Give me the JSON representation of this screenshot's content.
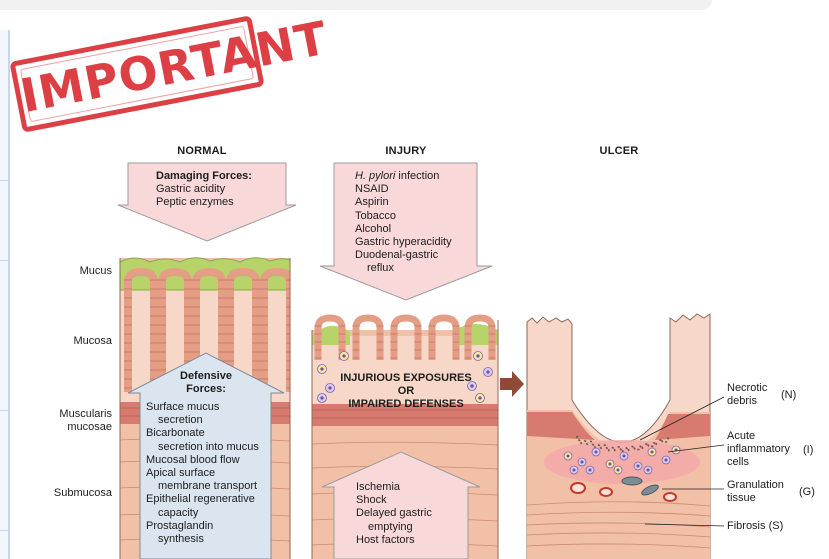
{
  "stamp": {
    "text": "IMPORTANT"
  },
  "columns": {
    "normal": "NORMAL",
    "injury": "INJURY",
    "ulcer": "ULCER"
  },
  "layers": {
    "mucus": "Mucus",
    "mucosa": "Mucosa",
    "muscularis_1": "Muscularis",
    "muscularis_2": "mucosae",
    "submucosa": "Submucosa"
  },
  "damaging": {
    "heading": "Damaging Forces:",
    "items": [
      "Gastric acidity",
      "Peptic enzymes"
    ]
  },
  "defensive": {
    "heading_1": "Defensive",
    "heading_2": "Forces:",
    "lines": [
      "Surface mucus",
      "secretion",
      "Bicarbonate",
      "secretion into mucus",
      "Mucosal blood flow",
      "Apical surface",
      "membrane transport",
      "Epithelial regenerative",
      "capacity",
      "Prostaglandin",
      "synthesis"
    ]
  },
  "injury_causes": {
    "hpylori_italic": "H. pylori",
    "hpylori_rest": " infection",
    "items": [
      "NSAID",
      "Aspirin",
      "Tobacco",
      "Alcohol",
      "Gastric hyperacidity",
      "Duodenal-gastric",
      "reflux"
    ]
  },
  "injurious": {
    "line1": "INJURIOUS EXPOSURES",
    "line2": "OR",
    "line3": "IMPAIRED DEFENSES"
  },
  "impaired_defenses": {
    "lines": [
      "Ischemia",
      "Shock",
      "Delayed gastric",
      "emptying",
      "Host factors"
    ]
  },
  "ulcer_labels": {
    "necrotic_1": "Necrotic",
    "necrotic_2": "debris",
    "necrotic_tag": "(N)",
    "acute_1": "Acute",
    "acute_2": "inflammatory",
    "acute_3": "cells",
    "acute_tag": "(I)",
    "gran_1": "Granulation",
    "gran_2": "tissue",
    "gran_tag": "(G)",
    "fibrosis": "Fibrosis",
    "fibrosis_tag": "(S)"
  },
  "colors": {
    "stamp_red": "#d8262c",
    "mucus_green": "#b8d36a",
    "mucosa_pink": "#f6d7c8",
    "gland_salmon": "#e59e86",
    "muscularis_band": "#d77a70",
    "submucosa": "#f1c0a6",
    "arrow_pink": "#f8d8d8",
    "defense_blue": "#dbe5ef",
    "progress_arrow": "#8e4a36"
  }
}
